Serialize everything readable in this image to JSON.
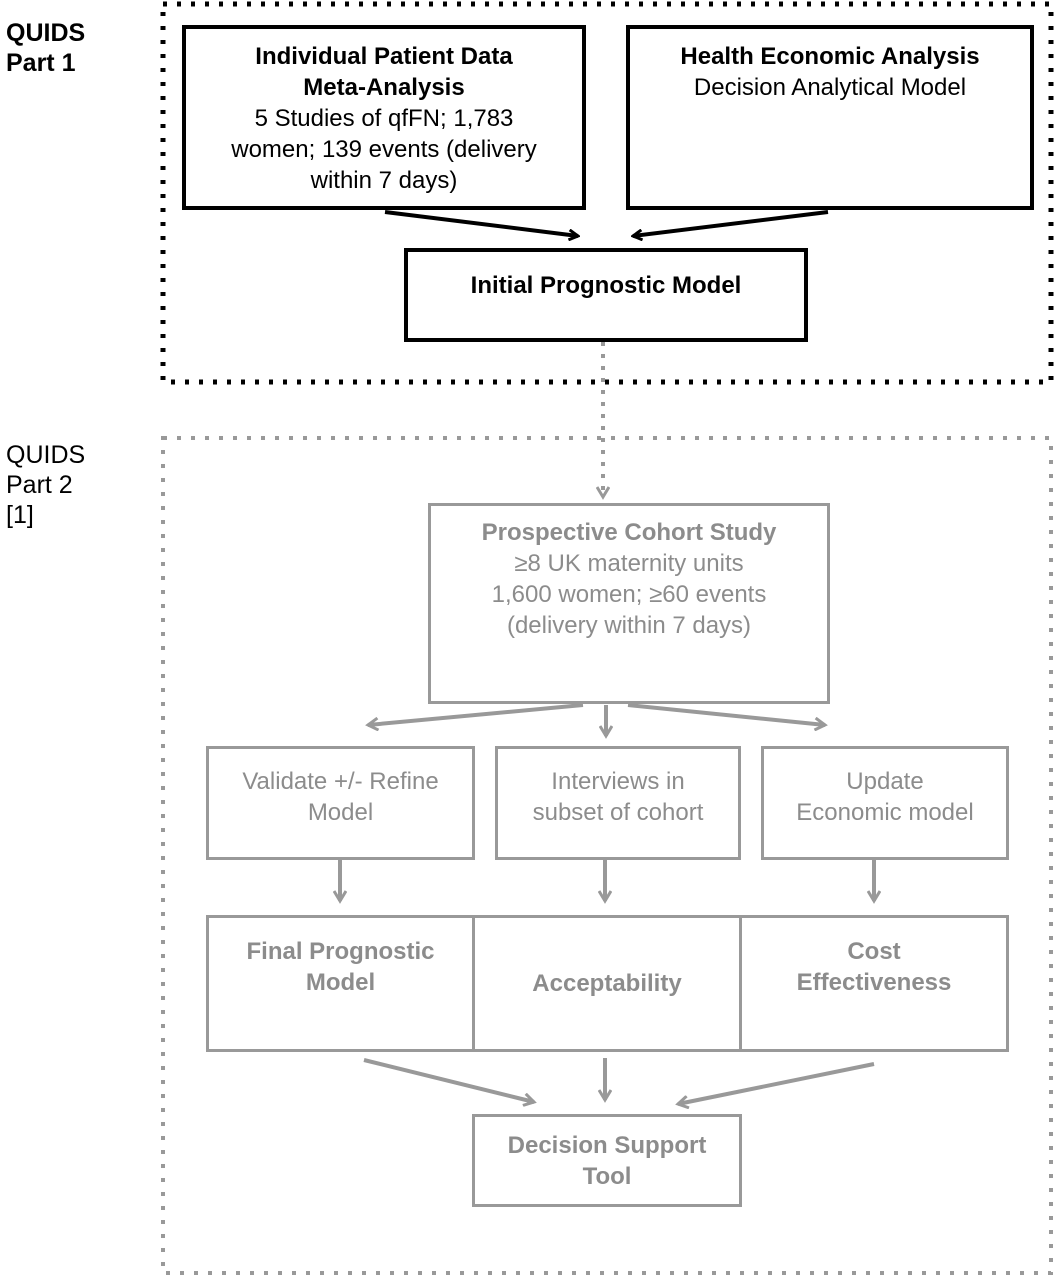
{
  "part1": {
    "label_line1": "QUIDS",
    "label_line2": "Part 1",
    "ipd": {
      "title_line1": "Individual Patient Data",
      "title_line2": "Meta-Analysis",
      "line3": "5 Studies of qfFN; 1,783",
      "line4": "women; 139 events (delivery",
      "line5": "within 7 days)"
    },
    "hea": {
      "title": "Health Economic Analysis",
      "subtitle": "Decision Analytical Model"
    },
    "initial_model": "Initial Prognostic Model"
  },
  "part2": {
    "label_line1": "QUIDS",
    "label_line2": "Part 2",
    "label_line3": "[1]",
    "cohort": {
      "title": "Prospective Cohort Study",
      "line2": "≥8 UK maternity units",
      "line3": "1,600 women; ≥60 events",
      "line4": "(delivery within 7 days)"
    },
    "validate": {
      "line1": "Validate +/- Refine",
      "line2": "Model"
    },
    "interviews": {
      "line1": "Interviews in",
      "line2": "subset of cohort"
    },
    "update": {
      "line1": "Update",
      "line2": "Economic model"
    },
    "final_model": {
      "line1": "Final Prognostic",
      "line2": "Model"
    },
    "acceptability": "Acceptability",
    "cost": {
      "line1": "Cost",
      "line2": "Effectiveness"
    },
    "decision_tool": {
      "line1": "Decision Support",
      "line2": "Tool"
    }
  },
  "colors": {
    "part1": "#000000",
    "part2": "#999999",
    "part2_text": "#8c8c8c"
  }
}
